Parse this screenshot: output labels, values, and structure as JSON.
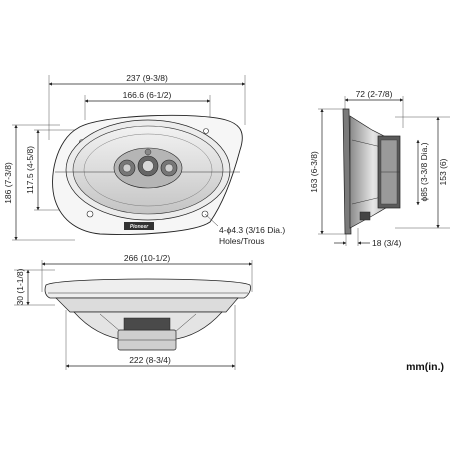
{
  "front_view": {
    "width_outer": "237 (9-3/8)",
    "width_inner": "166.6 (6-1/2)",
    "height_outer": "186 (7-3/8)",
    "height_inner": "117.5 (4-5/8)",
    "holes_line1": "4-ϕ4.3 (3/16 Dia.)",
    "holes_line2": "Holes/Trous",
    "brand": "Pioneer"
  },
  "side_view": {
    "depth_top": "72 (2-7/8)",
    "height_total": "163 (6-3/8)",
    "height_magnet": "153 (6)",
    "magnet_dia": "ϕ85 (3-3/8 Dia.)",
    "flange_depth": "18 (3/4)"
  },
  "bottom_view": {
    "width_outer": "266 (10-1/2)",
    "width_inner": "222 (8-3/4)",
    "height": "30 (1-1/8)"
  },
  "unit_label": "mm(in.)",
  "colors": {
    "line": "#222222",
    "fill_light": "#f4f4f4",
    "fill_mid": "#cfcfcf",
    "fill_dark": "#555555"
  }
}
